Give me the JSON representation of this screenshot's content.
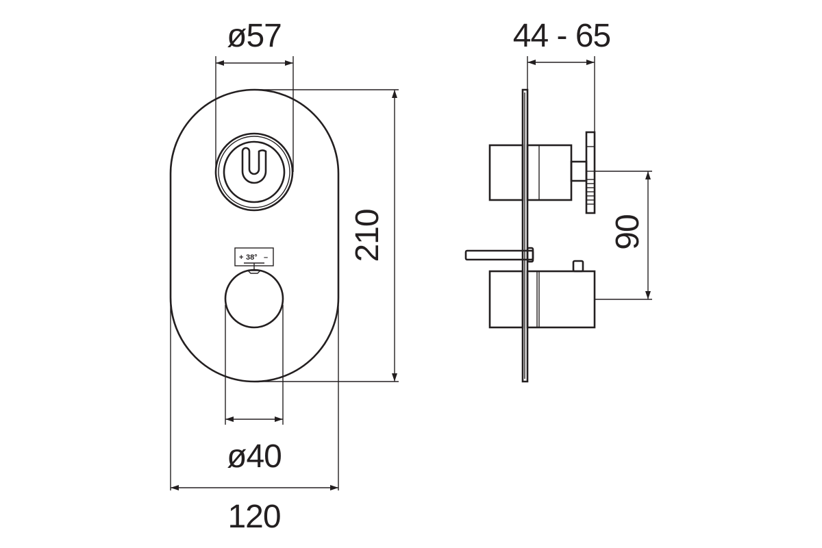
{
  "dimensions": {
    "handle_diameter": "ø57",
    "knob_diameter": "ø40",
    "plate_width": "120",
    "plate_height": "210",
    "projection_range": "44 - 65",
    "axis_spacing": "90"
  },
  "thermostat_scale": {
    "plus": "+",
    "temperature": "38°",
    "minus": "–"
  },
  "colors": {
    "line": "#231f20",
    "background": "#ffffff"
  }
}
